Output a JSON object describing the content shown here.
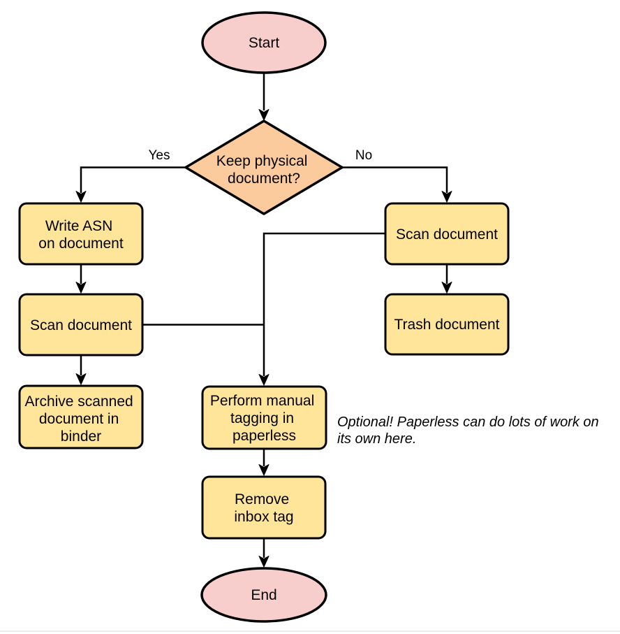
{
  "colors": {
    "terminal_fill": "#f8cecc",
    "decision_fill": "#fccb9d",
    "process_fill": "#ffe599",
    "stroke": "#000000",
    "divider": "#ececec"
  },
  "nodes": {
    "start": {
      "label": "Start"
    },
    "decision": {
      "lines": [
        "Keep physical",
        "document?"
      ]
    },
    "write_asn": {
      "lines": [
        "Write ASN",
        "on document"
      ]
    },
    "scan_left": {
      "label": "Scan document"
    },
    "archive": {
      "lines": [
        "Archive scanned",
        "document in",
        "binder"
      ]
    },
    "scan_right": {
      "label": "Scan document"
    },
    "trash": {
      "label": "Trash document"
    },
    "tagging": {
      "lines": [
        "Perform manual",
        "tagging in",
        "paperless"
      ]
    },
    "remove_inbox": {
      "lines": [
        "Remove",
        "inbox tag"
      ]
    },
    "end": {
      "label": "End"
    }
  },
  "edge_labels": {
    "yes": "Yes",
    "no": "No"
  },
  "note": {
    "lines": [
      "Optional! Paperless can do lots of work on",
      "its own here."
    ]
  }
}
